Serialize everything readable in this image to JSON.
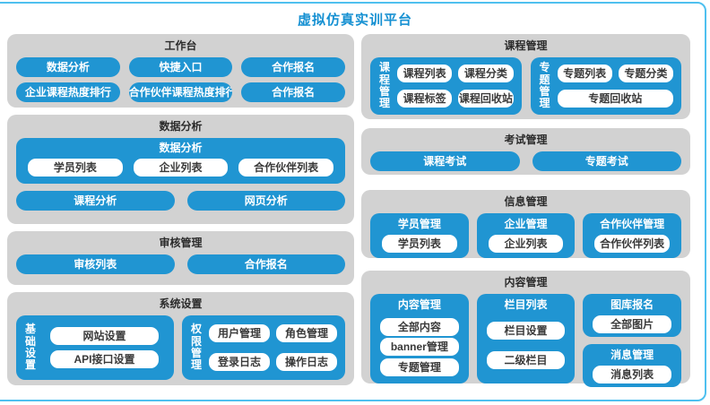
{
  "title": "虚拟仿真实训平台",
  "colors": {
    "accent_blue": "#2095d2",
    "panel_gray": "#d2d2d2",
    "frame_border_blue": "#4fc0ef",
    "title_text_blue": "#1590d2"
  },
  "left": {
    "workbench": {
      "title": "工作台",
      "buttons": [
        "数据分析",
        "快捷入口",
        "合作报名",
        "企业课程热度排行",
        "合作伙伴课程热度排行",
        "合作报名"
      ]
    },
    "data_analysis": {
      "title": "数据分析",
      "group": {
        "title": "数据分析",
        "items": [
          "学员列表",
          "企业列表",
          "合作伙伴列表"
        ]
      },
      "buttons": [
        "课程分析",
        "网页分析"
      ]
    },
    "audit": {
      "title": "审核管理",
      "buttons": [
        "审核列表",
        "合作报名"
      ]
    },
    "system": {
      "title": "系统设置",
      "basic": {
        "label": "基础设置",
        "items": [
          "网站设置",
          "API接口设置"
        ]
      },
      "permission": {
        "label": "权限管理",
        "items": [
          "用户管理",
          "角色管理",
          "登录日志",
          "操作日志"
        ]
      }
    }
  },
  "right": {
    "course": {
      "title": "课程管理",
      "course_group": {
        "label": "课程管理",
        "items": [
          "课程列表",
          "课程分类",
          "课程标签",
          "课程回收站"
        ]
      },
      "topic_group": {
        "label": "专题管理",
        "items": [
          "专题列表",
          "专题分类",
          "专题回收站"
        ]
      }
    },
    "exam": {
      "title": "考试管理",
      "buttons": [
        "课程考试",
        "专题考试"
      ]
    },
    "info": {
      "title": "信息管理",
      "groups": [
        {
          "title": "学员管理",
          "item": "学员列表"
        },
        {
          "title": "企业管理",
          "item": "企业列表"
        },
        {
          "title": "合作伙伴管理",
          "item": "合作伙伴列表"
        }
      ]
    },
    "content": {
      "title": "内容管理",
      "content_group": {
        "title": "内容管理",
        "items": [
          "全部内容",
          "banner管理",
          "专题管理"
        ]
      },
      "column_group": {
        "title": "栏目列表",
        "items": [
          "栏目设置",
          "二级栏目"
        ]
      },
      "gallery_group": {
        "title": "图库报名",
        "items": [
          "全部图片"
        ]
      },
      "message_group": {
        "title": "消息管理",
        "items": [
          "消息列表"
        ]
      }
    }
  }
}
